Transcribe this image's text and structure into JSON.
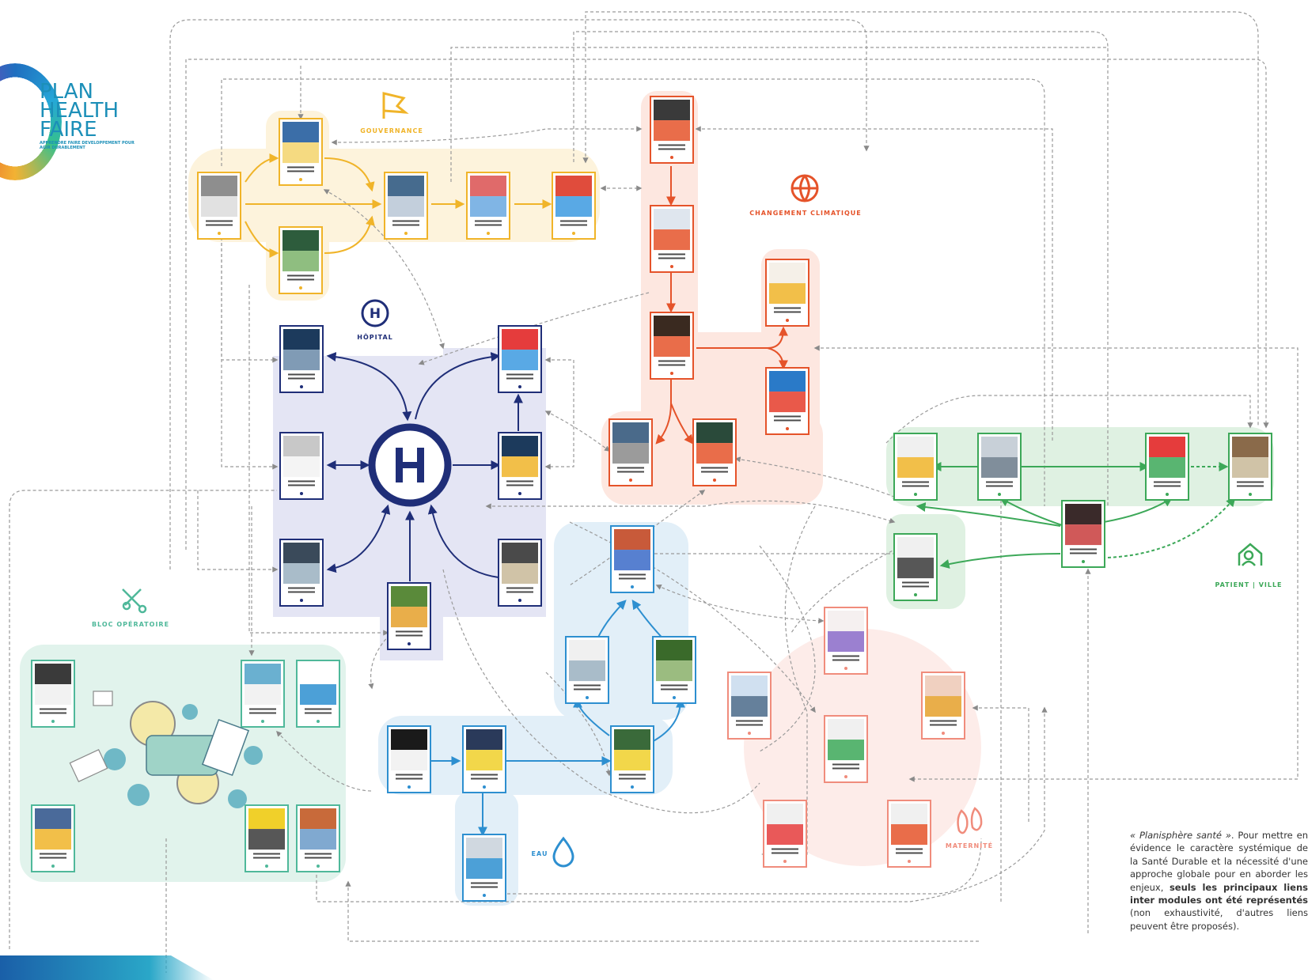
{
  "logo": {
    "lines": [
      "PLAN",
      "HEALTH",
      "FAIRE"
    ],
    "subtitle": "APPRENDRE FAIRE DEVELOPPEMENT POUR AGIR DURABLEMENT"
  },
  "modules": {
    "gouvernance": {
      "label": "GOUVERNANCE",
      "color": "#f0b429",
      "icon": "flag-icon"
    },
    "climat": {
      "label": "CHANGEMENT CLIMATIQUE",
      "color": "#e5532a",
      "icon": "globe-icon"
    },
    "hopital": {
      "label": "HÔPITAL",
      "color": "#1f2e78",
      "icon": "hospital-icon"
    },
    "patient": {
      "label": "PATIENT | VILLE",
      "color": "#3ca858",
      "icon": "person-house-icon"
    },
    "bloc": {
      "label": "BLOC OPÉRATOIRE",
      "color": "#4fb89a",
      "icon": "scissors-icon"
    },
    "eau": {
      "label": "EAU",
      "color": "#2d8fd0",
      "icon": "water-drop-icon"
    },
    "maternite": {
      "label": "MATERNITÉ",
      "color": "#f08c7c",
      "icon": "footprints-icon"
    }
  },
  "caption": {
    "line1_italic": "« Planisphère santé »",
    "line1_rest": ". Pour mettre en évidence le caractère systémique de la Santé Durable et la nécessité d'une approche globale pour en aborder les enjeux,",
    "bold": "seuls les principaux liens inter modules ont été représentés",
    "rest": " (non exhaustivité, d'autres liens peuvent être proposés)."
  }
}
